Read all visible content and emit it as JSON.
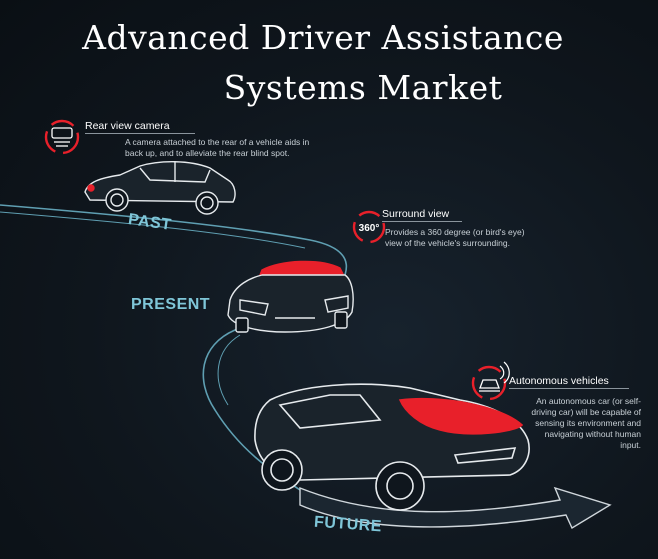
{
  "title": {
    "line1": "Advanced Driver Assistance",
    "line2": "Systems Market"
  },
  "eras": {
    "past": "PAST",
    "present": "PRESENT",
    "future": "FUTURE"
  },
  "features": {
    "rear_view": {
      "title": "Rear view camera",
      "description": "A camera attached to the rear of a vehicle aids in back up, and to alleviate the rear blind spot.",
      "icon": "camera-car-icon"
    },
    "surround_view": {
      "title": "Surround view",
      "description": "Provides a 360 degree (or bird's eye) view of the vehicle's surrounding.",
      "icon_label": "360°",
      "icon": "360-view-icon"
    },
    "autonomous": {
      "title": "Autonomous vehicles",
      "description": "An autonomous car (or self-driving car) will be capable of sensing its environment and navigating without human input.",
      "icon": "autonomous-car-icon"
    }
  },
  "colors": {
    "accent_red": "#e8202a",
    "path_blue": "#7fc6d8",
    "background": "#0f161d",
    "text": "#ffffff"
  }
}
